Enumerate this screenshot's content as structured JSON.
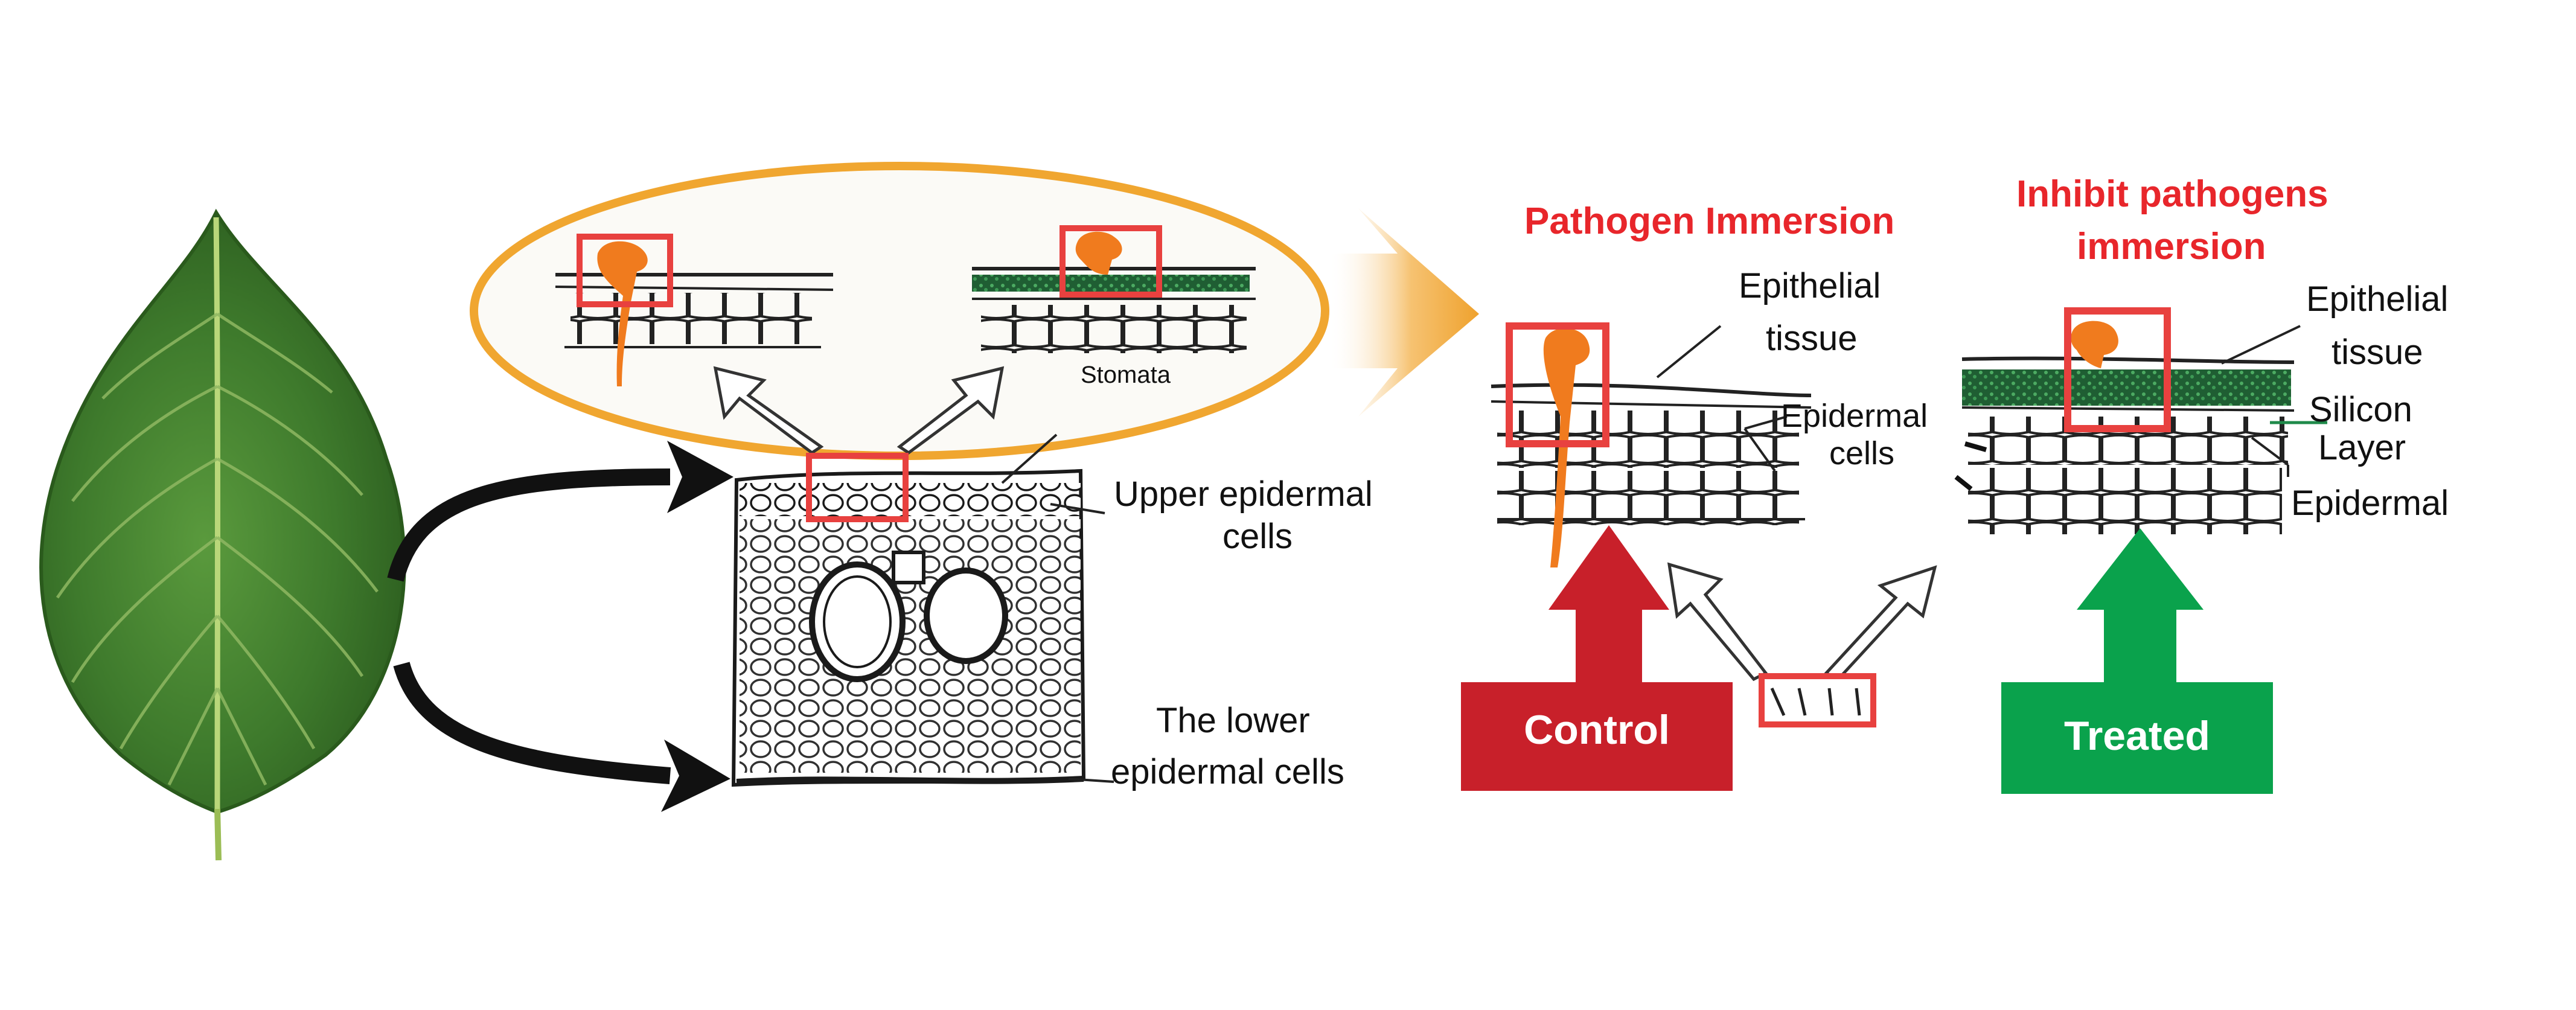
{
  "labels": {
    "stomata": "Stomata",
    "upper_epidermal_1": "Upper epidermal",
    "upper_epidermal_2": "cells",
    "lower_epidermal_1": "The lower",
    "lower_epidermal_2": "epidermal cells",
    "pathogen_immersion": "Pathogen Immersion",
    "inhibit_1": "Inhibit pathogens",
    "inhibit_2": "immersion",
    "epithelial_1": "Epithelial",
    "epithelial_2": "tissue",
    "epidermal_cells_1": "Epidermal",
    "epidermal_cells_2": "cells",
    "epithelial_r_1": "Epithelial",
    "epithelial_r_2": "tissue",
    "silicon_1": "Silicon",
    "silicon_2": "Layer",
    "epidermal_r": "Epidermal"
  },
  "buttons": {
    "control": "Control",
    "treated": "Treated"
  },
  "colors": {
    "highlight_box": "#e8413f",
    "pathogen": "#f07b1e",
    "ellipse": "#f0a630",
    "control": "#c8202a",
    "treated": "#0aa24c",
    "silicon_layer": "#1f6b3a",
    "leaf": "#3f7d2c",
    "title_red": "#e8262b"
  }
}
